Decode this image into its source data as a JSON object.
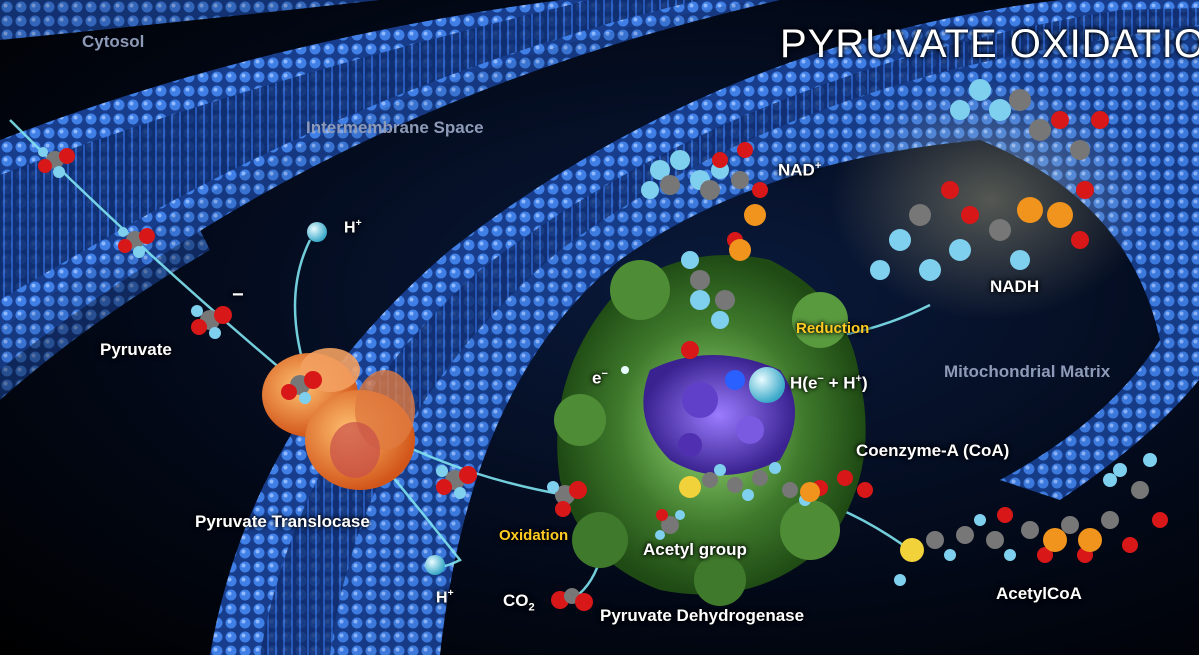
{
  "title": "PYRUVATE OXIDATION",
  "regions": {
    "cytosol": "Cytosol",
    "intermembrane": "Intermembrane Space",
    "matrix": "Mitochondrial Matrix"
  },
  "labels": {
    "pyruvate": "Pyruvate",
    "pyruvate_charge": "−",
    "translocase": "Pyruvate Translocase",
    "h_plus_top": "H",
    "h_plus_bottom": "H",
    "plus": "+",
    "nad": "NAD",
    "nadh": "NADH",
    "reduction": "Reduction",
    "electron": "e",
    "electron_charge": "−",
    "hydride_pre": "H(e",
    "hydride_mid": " + H",
    "hydride_post": ")",
    "coenzyme": "Coenzyme-A (CoA)",
    "oxidation": "Oxidation",
    "acetyl_group": "Acetyl group",
    "co2": "CO",
    "co2_sub": "2",
    "dehydrogenase": "Pyruvate Dehydrogenase",
    "acetylcoa": "AcetylCoA"
  },
  "colors": {
    "membrane": "#1e4fb0",
    "membrane_light": "#3a78e0",
    "enzyme_green": "#3f7a2c",
    "enzyme_purple": "#4a30a8",
    "translocase_orange": "#f08a2c",
    "pathway": "#7fe3f0",
    "oxygen": "#d81818",
    "carbon": "#777777",
    "hydrogen": "#7fd0ee",
    "phosphorus": "#f0941e",
    "sulfur": "#f2d23a",
    "highlight": "#ffcc22"
  }
}
